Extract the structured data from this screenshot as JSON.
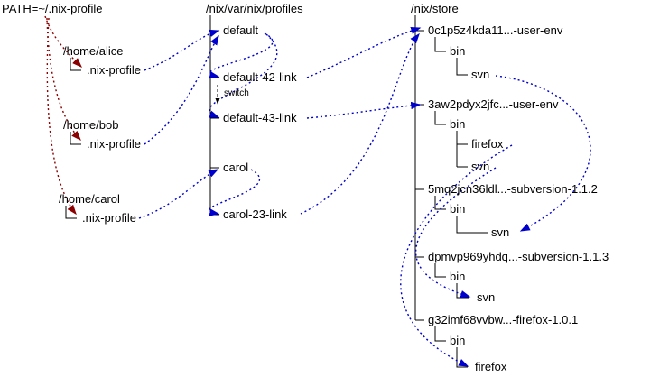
{
  "env": {
    "path_label": "PATH=~/.nix-profile"
  },
  "homes": [
    {
      "dir": "/home/alice",
      "link": ".nix-profile"
    },
    {
      "dir": "/home/bob",
      "link": ".nix-profile"
    },
    {
      "dir": "/home/carol",
      "link": ".nix-profile"
    }
  ],
  "profiles": {
    "header": "/nix/var/nix/profiles",
    "items": [
      {
        "label": "default"
      },
      {
        "label": "default-42-link"
      },
      {
        "label": "default-43-link"
      },
      {
        "label": "carol"
      },
      {
        "label": "carol-23-link"
      }
    ],
    "switch_label": "switch"
  },
  "store": {
    "header": "/nix/store",
    "paths": [
      {
        "name": "0c1p5z4kda11...-user-env",
        "bin": "bin",
        "binaries": [
          {
            "name": "svn"
          }
        ]
      },
      {
        "name": "3aw2pdyx2jfc...-user-env",
        "bin": "bin",
        "binaries": [
          {
            "name": "firefox"
          },
          {
            "name": "svn"
          }
        ]
      },
      {
        "name": "5mq2jcn36ldl...-subversion-1.1.2",
        "bin": "bin",
        "binaries": [
          {
            "name": "svn"
          }
        ]
      },
      {
        "name": "dpmvp969yhdq...-subversion-1.1.3",
        "bin": "bin",
        "binaries": [
          {
            "name": "svn"
          }
        ]
      },
      {
        "name": "g32imf68vvbw...-firefox-1.0.1",
        "bin": "bin",
        "binaries": [
          {
            "name": "firefox"
          }
        ]
      }
    ]
  },
  "edges": {
    "path_refs": [
      {
        "from": "PATH=~/.nix-profile",
        "to": "/home/alice/.nix-profile"
      },
      {
        "from": "PATH=~/.nix-profile",
        "to": "/home/bob/.nix-profile"
      },
      {
        "from": "PATH=~/.nix-profile",
        "to": "/home/carol/.nix-profile"
      }
    ],
    "symlinks": [
      {
        "from": "/home/alice/.nix-profile",
        "to": "default"
      },
      {
        "from": "/home/bob/.nix-profile",
        "to": "default"
      },
      {
        "from": "/home/carol/.nix-profile",
        "to": "carol"
      },
      {
        "from": "default",
        "to": "default-42-link",
        "note": "switch"
      },
      {
        "from": "default",
        "to": "default-43-link",
        "note": "switch"
      },
      {
        "from": "carol",
        "to": "carol-23-link"
      },
      {
        "from": "default-42-link",
        "to": "0c1p5z4kda11...-user-env"
      },
      {
        "from": "default-43-link",
        "to": "3aw2pdyx2jfc...-user-env"
      },
      {
        "from": "carol-23-link",
        "to": "0c1p5z4kda11...-user-env"
      },
      {
        "from": "0c1p5z4kda11...-user-env/bin/svn",
        "to": "5mq2jcn36ldl...-subversion-1.1.2/bin/svn"
      },
      {
        "from": "3aw2pdyx2jfc...-user-env/bin/svn",
        "to": "dpmvp969yhdq...-subversion-1.1.3/bin/svn"
      },
      {
        "from": "3aw2pdyx2jfc...-user-env/bin/firefox",
        "to": "g32imf68vvbw...-firefox-1.0.1/bin/firefox"
      }
    ]
  },
  "colors": {
    "symlink_arrow": "#0000cc",
    "path_arrow": "#8b0000",
    "tree_line": "#000000",
    "background": "#ffffff"
  }
}
